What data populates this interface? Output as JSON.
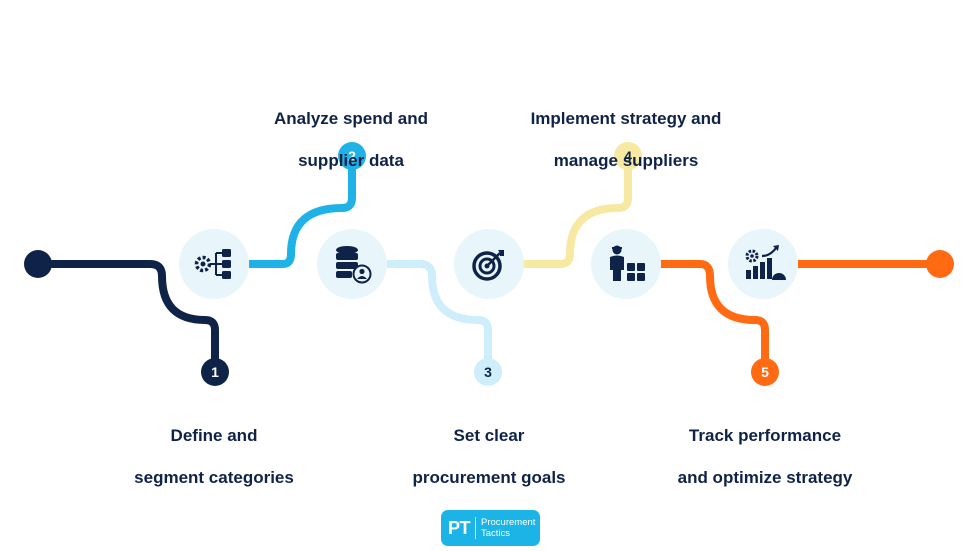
{
  "colors": {
    "navy": "#0f2348",
    "blue": "#1fb2e6",
    "light_blue": "#cdeefa",
    "yellow": "#f7e8a2",
    "orange": "#ff6a13",
    "icon_bg": "#e8f6fb",
    "icon_fg": "#0f2348"
  },
  "steps": [
    {
      "number": "1",
      "line1": "Define and",
      "line2": "segment categories",
      "icon": "hierarchy-gear-icon"
    },
    {
      "number": "2",
      "line1": "Analyze spend and",
      "line2": "supplier data",
      "icon": "database-user-icon"
    },
    {
      "number": "3",
      "line1": "Set clear",
      "line2": "procurement goals",
      "icon": "target-arrow-icon"
    },
    {
      "number": "4",
      "line1": "Implement strategy and",
      "line2": "manage suppliers",
      "icon": "supplier-boxes-icon"
    },
    {
      "number": "5",
      "line1": "Track performance",
      "line2": "and optimize strategy",
      "icon": "growth-chart-gear-icon"
    }
  ],
  "logo": {
    "monogram": "PT",
    "line1": "Procurement",
    "line2": "Tactics"
  }
}
